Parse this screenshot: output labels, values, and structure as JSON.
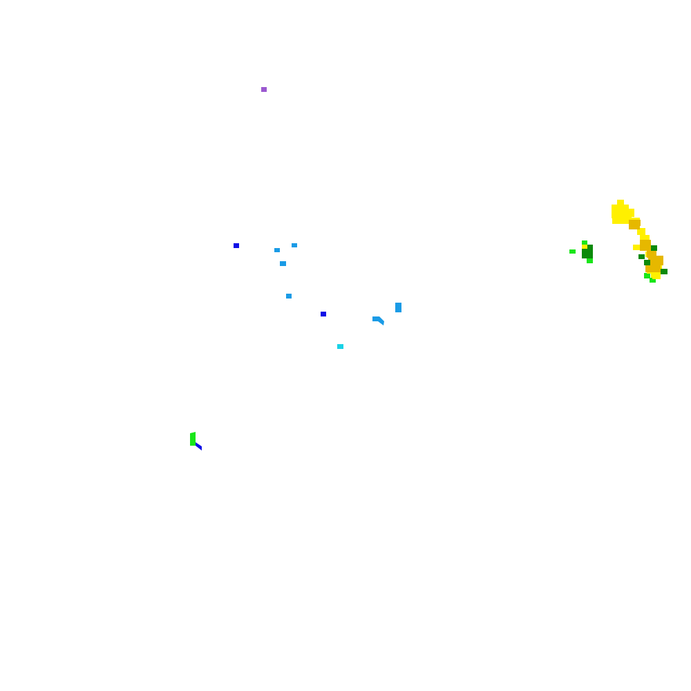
{
  "map": {
    "name": "precipitation-radar",
    "background_color": "#ffffff",
    "palette": {
      "violet": "#9b59d0",
      "dark-blue": "#1010e6",
      "light-blue": "#1a9be6",
      "cyan": "#19d2e6",
      "bright-green": "#19e619",
      "dark-green": "#0b8a0b",
      "yellow": "#fff000",
      "gold": "#e6b800"
    },
    "echo_cells": [
      {
        "color": "violet"
      },
      {
        "color": "dark-blue"
      },
      {
        "color": "light-blue"
      },
      {
        "color": "light-blue"
      },
      {
        "color": "light-blue"
      },
      {
        "color": "light-blue"
      },
      {
        "color": "dark-blue"
      },
      {
        "color": "light-blue"
      },
      {
        "color": "light-blue"
      },
      {
        "color": "light-blue"
      },
      {
        "color": "cyan"
      },
      {
        "color": "bright-green"
      },
      {
        "color": "dark-blue"
      },
      {
        "color": "bright-green"
      },
      {
        "color": "dark-green"
      },
      {
        "color": "yellow"
      },
      {
        "color": "gold"
      },
      {
        "color": "bright-green"
      },
      {
        "color": "yellow"
      },
      {
        "color": "gold"
      },
      {
        "color": "dark-green"
      },
      {
        "color": "bright-green"
      },
      {
        "color": "yellow"
      },
      {
        "color": "bright-green"
      }
    ]
  }
}
